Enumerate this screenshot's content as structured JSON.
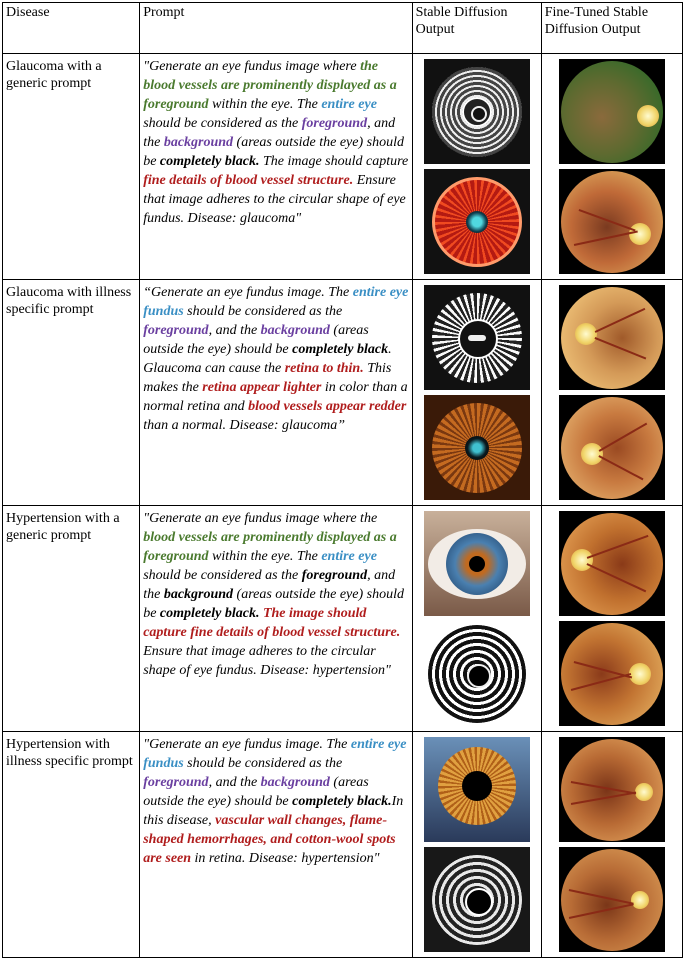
{
  "header": {
    "disease": "Disease",
    "prompt": "Prompt",
    "sd_output": "Stable Diffusion Output",
    "ft_output": "Fine-Tuned Stable Diffusion Output"
  },
  "rows": [
    {
      "disease": "Glaucoma with a generic prompt",
      "prompt": [
        {
          "t": "\"Generate an eye fundus image where ",
          "c": ""
        },
        {
          "t": "the blood vessels are prominently displayed as a foreground",
          "c": "green"
        },
        {
          "t": " within the eye. The ",
          "c": ""
        },
        {
          "t": "entire eye",
          "c": "blue"
        },
        {
          "t": " should be considered as the ",
          "c": ""
        },
        {
          "t": "foreground",
          "c": "purple"
        },
        {
          "t": ", and the ",
          "c": ""
        },
        {
          "t": "background",
          "c": "purple"
        },
        {
          "t": " (areas outside the eye) should be ",
          "c": ""
        },
        {
          "t": "completely black.",
          "c": "black"
        },
        {
          "t": " The image should capture ",
          "c": ""
        },
        {
          "t": "fine details of blood vessel structure.",
          "c": "red"
        },
        {
          "t": " Ensure that image adheres to the circular shape of eye fundus. Disease: glaucoma\"",
          "c": ""
        }
      ]
    },
    {
      "disease": "Glaucoma with illness specific prompt",
      "prompt": [
        {
          "t": "“Generate an eye fundus image. The ",
          "c": ""
        },
        {
          "t": "entire eye fundus",
          "c": "blue"
        },
        {
          "t": " should be considered as the ",
          "c": ""
        },
        {
          "t": "foreground",
          "c": "purple"
        },
        {
          "t": ", and the ",
          "c": ""
        },
        {
          "t": "background",
          "c": "purple"
        },
        {
          "t": " (areas outside the eye) should be ",
          "c": ""
        },
        {
          "t": "completely black",
          "c": "black"
        },
        {
          "t": ". Glaucoma can cause the ",
          "c": ""
        },
        {
          "t": "retina to thin.",
          "c": "red"
        },
        {
          "t": " This makes the ",
          "c": ""
        },
        {
          "t": "retina appear lighter",
          "c": "red"
        },
        {
          "t": " in color than a normal retina and ",
          "c": ""
        },
        {
          "t": "blood vessels appear redder",
          "c": "red"
        },
        {
          "t": " than a normal. Disease: glaucoma”",
          "c": ""
        }
      ]
    },
    {
      "disease": "Hypertension with a generic prompt",
      "prompt": [
        {
          "t": "\"Generate an eye fundus image where the ",
          "c": ""
        },
        {
          "t": "blood vessels are prominently displayed as a foreground",
          "c": "green"
        },
        {
          "t": " within the eye. The ",
          "c": ""
        },
        {
          "t": "entire eye",
          "c": "blue"
        },
        {
          "t": " should be considered as the ",
          "c": ""
        },
        {
          "t": "foreground",
          "c": "black"
        },
        {
          "t": ", and the ",
          "c": ""
        },
        {
          "t": "background",
          "c": "black"
        },
        {
          "t": " (areas outside the eye) should be ",
          "c": ""
        },
        {
          "t": "completely black.",
          "c": "black"
        },
        {
          "t": " ",
          "c": ""
        },
        {
          "t": "The image should capture fine details of blood vessel structure.",
          "c": "red"
        },
        {
          "t": " Ensure that image adheres to the circular shape of eye fundus. Disease: hypertension\"",
          "c": ""
        }
      ]
    },
    {
      "disease": "Hypertension with illness specific prompt",
      "prompt": [
        {
          "t": "\"Generate an eye fundus image. The ",
          "c": ""
        },
        {
          "t": "entire eye fundus",
          "c": "blue"
        },
        {
          "t": " should be considered as the ",
          "c": ""
        },
        {
          "t": "foreground",
          "c": "purple"
        },
        {
          "t": ", and the ",
          "c": ""
        },
        {
          "t": "background",
          "c": "purple"
        },
        {
          "t": " (areas outside the eye) should be ",
          "c": ""
        },
        {
          "t": "completely black.",
          "c": "black"
        },
        {
          "t": "In this disease, ",
          "c": ""
        },
        {
          "t": "vascular wall changes, flame-shaped hemorrhages, and cotton-wool spots are seen",
          "c": "red"
        },
        {
          "t": " in retina. Disease: hypertension\"",
          "c": ""
        }
      ]
    }
  ],
  "colors": {
    "green": "#4a7a2e",
    "blue": "#3a8fc4",
    "purple": "#6a3fa0",
    "red": "#b01d1d"
  }
}
